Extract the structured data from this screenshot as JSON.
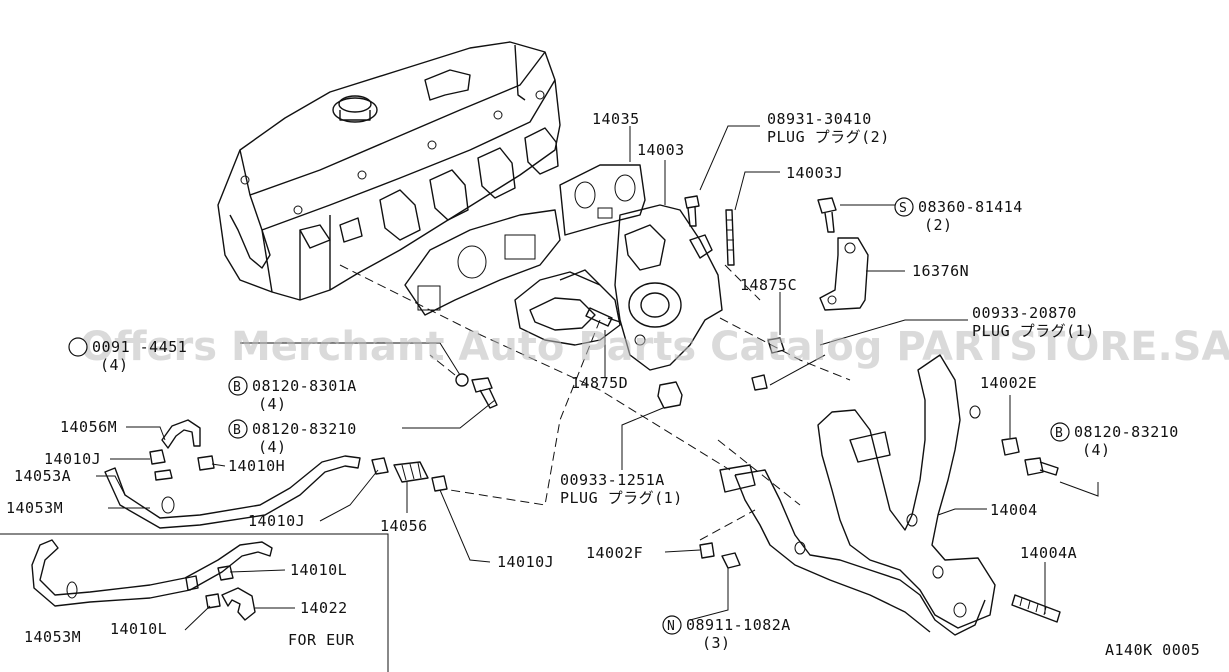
{
  "watermark": "Offers Merchant Auto Parts Catalog PARTSTORE.SA",
  "diagram_code": "A140K 0005",
  "markers": {
    "s": "S",
    "b": "B",
    "n": "N"
  },
  "labels": {
    "p14035": "14035",
    "p14003": "14003",
    "p08931": "08931-30410",
    "plug2": "PLUG プラグ(2)",
    "p14003j": "14003J",
    "p08360": "08360-81414",
    "qty2": "(2)",
    "p16376n": "16376N",
    "p14875c": "14875C",
    "p00933_20870": "00933-20870",
    "plug1": "PLUG プラグ(1)",
    "p0091": "0091 -4451",
    "qty4": "(4)",
    "p08120_8301a": "08120-8301A",
    "p08120_83210": "08120-83210",
    "p14875d": "14875D",
    "p14056m": "14056M",
    "p14010j": "14010J",
    "p14010h": "14010H",
    "p14053a": "14053A",
    "p14053m": "14053M",
    "p14056": "14056",
    "p00933_1251a": "00933-1251A",
    "p14002e": "14002E",
    "p14004": "14004",
    "p14002f": "14002F",
    "p14004a": "14004A",
    "p08911": "08911-1082A",
    "qty3": "(3)",
    "p14010l": "14010L",
    "p14022": "14022",
    "for_eur": "FOR EUR"
  }
}
